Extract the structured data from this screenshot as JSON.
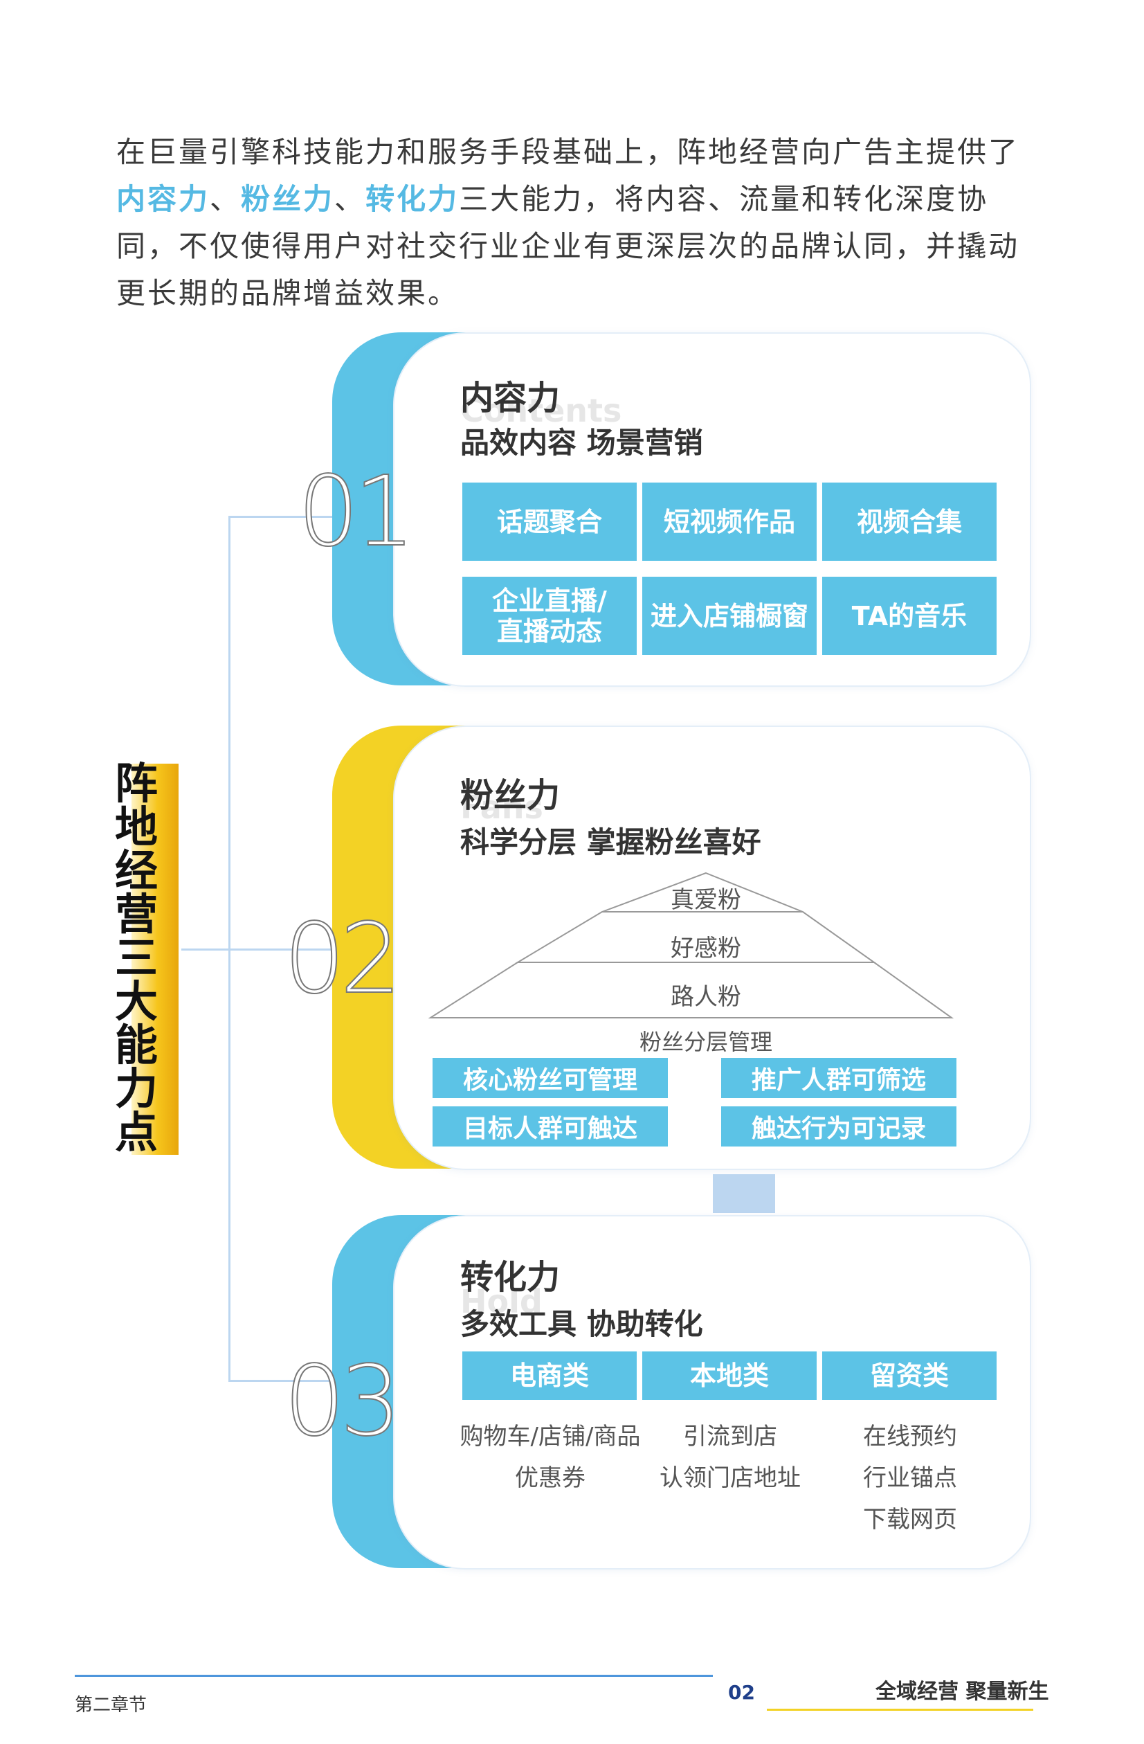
{
  "intro": {
    "p1": "在巨量引擎科技能力和服务手段基础上，阵地经营向广告主提供了",
    "hl1": "内容力",
    "sep1": "、",
    "hl2": "粉丝力",
    "sep2": "、",
    "hl3": "转化力",
    "p2": "三大能力，将内容、流量和转化深度协同，不仅使得用户对社交行业企业有更深层次的品牌认同，并撬动更长期的品牌增益效果。"
  },
  "side_label": "阵地经营三大能力点",
  "colors": {
    "blue": "#5cc3e6",
    "yellow": "#f3d225",
    "accent_text": "#55b9e3",
    "connector": "#bcd6f0"
  },
  "sections": [
    {
      "number": "01",
      "title": "内容力",
      "en": "Contents",
      "subtitle": "品效内容 场景营销",
      "tiles": [
        "话题聚合",
        "短视频作品",
        "视频合集",
        "企业直播/\n直播动态",
        "进入店铺橱窗",
        "TA的音乐"
      ]
    },
    {
      "number": "02",
      "title": "粉丝力",
      "en": "Fans",
      "subtitle": "科学分层 掌握粉丝喜好",
      "pyramid": [
        "真爱粉",
        "好感粉",
        "路人粉"
      ],
      "pyramid_caption": "粉丝分层管理",
      "pills": [
        "核心粉丝可管理",
        "推广人群可筛选",
        "目标人群可触达",
        "触达行为可记录"
      ]
    },
    {
      "number": "03",
      "title": "转化力",
      "en": "Hold",
      "subtitle": "多效工具 协助转化",
      "categories": [
        "电商类",
        "本地类",
        "留资类"
      ],
      "col1": [
        "购物车/店铺/商品",
        "优惠券"
      ],
      "col2": [
        "引流到店",
        "认领门店地址"
      ],
      "col3": [
        "在线预约",
        "行业锚点",
        "下载网页"
      ]
    }
  ],
  "footer": {
    "left": "第二章节",
    "page": "02",
    "right": "全域经营 聚量新生"
  }
}
